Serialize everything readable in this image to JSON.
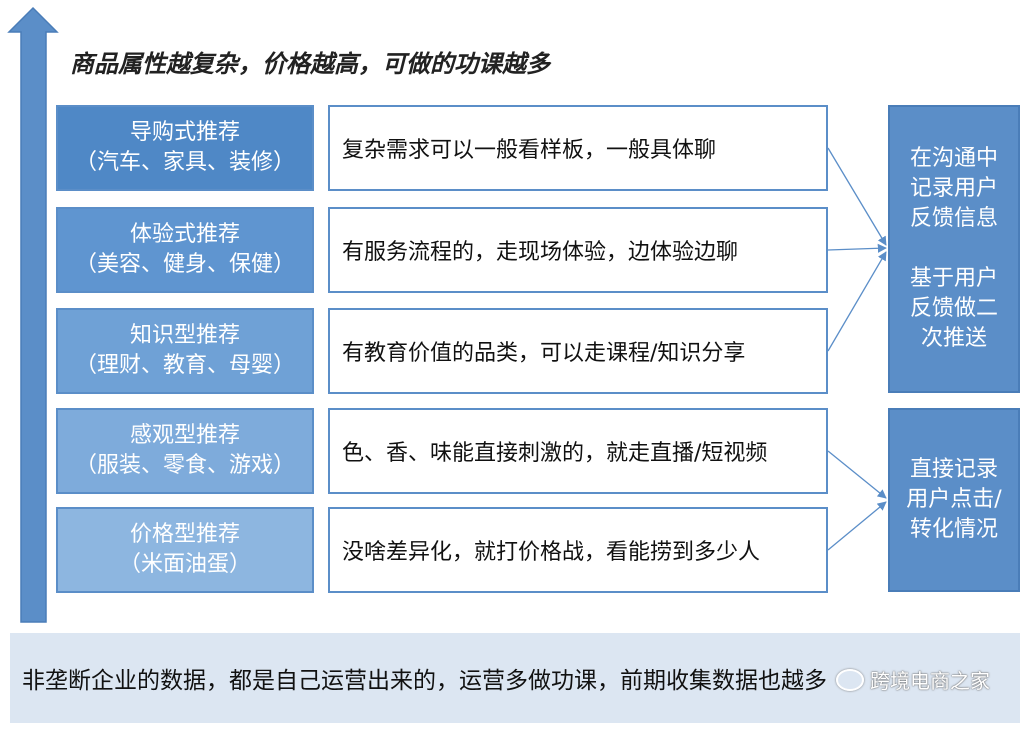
{
  "heading": "商品属性越复杂，价格越高，可做的功课越多",
  "categories": [
    {
      "title": "导购式推荐",
      "examples": "（汽车、家具、装修）",
      "desc": "复杂需求可以一般看样板，一般具体聊",
      "fill": "#4f88c6"
    },
    {
      "title": "体验式推荐",
      "examples": "（美容、健身、保健）",
      "desc": "有服务流程的，走现场体验，边体验边聊",
      "fill": "#5f95d0"
    },
    {
      "title": "知识型推荐",
      "examples": "（理财、教育、母婴）",
      "desc": "有教育价值的品类，可以走课程/知识分享",
      "fill": "#6fa1d6"
    },
    {
      "title": "感观型推荐",
      "examples": "（服装、零食、游戏）",
      "desc": "色、香、味能直接刺激的，就走直播/短视频",
      "fill": "#7eabdb"
    },
    {
      "title": "价格型推荐",
      "examples": "（米面油蛋）",
      "desc": "没啥差异化，就打价格战，看能捞到多少人",
      "fill": "#8db6e0"
    }
  ],
  "side_top": {
    "line1": "在沟通中",
    "line2": "记录用户",
    "line3": "反馈信息",
    "line4": "基于用户",
    "line5": "反馈做二",
    "line6": "次推送"
  },
  "side_bottom": {
    "line1": "直接记录",
    "line2": "用户点击/",
    "line3": "转化情况"
  },
  "footer": "非垄断企业的数据，都是自己运营出来的，运营多做功课，前期收集数据也越多",
  "watermark": "跨境电商之家",
  "colors": {
    "accent": "#5b8ec8",
    "arrow": "#5b8ec8",
    "footer_bg": "#dce6f2"
  }
}
